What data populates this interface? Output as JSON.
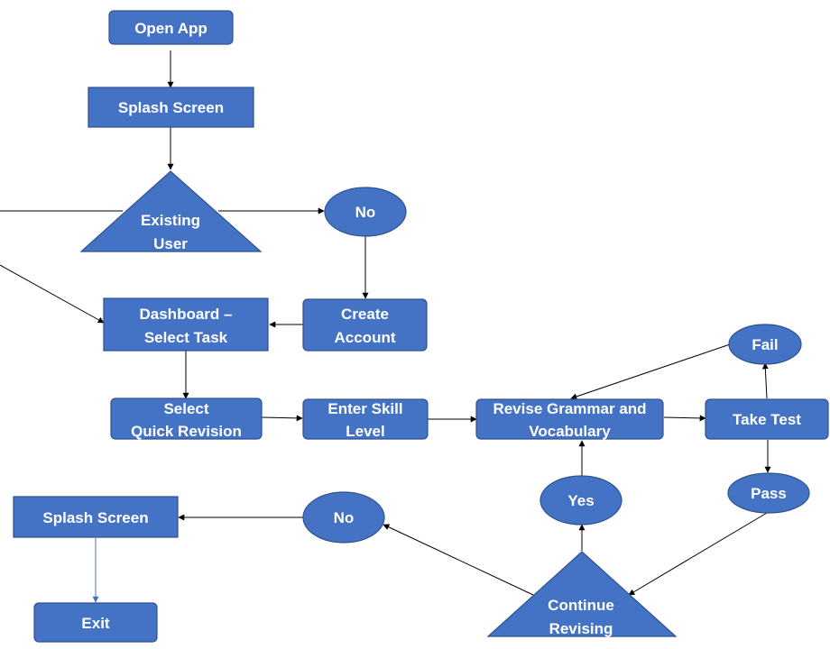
{
  "nodes": {
    "open_app": [
      "Open App"
    ],
    "splash_top": [
      "Splash Screen"
    ],
    "existing_user": [
      "Existing",
      "User"
    ],
    "no_top": [
      "No"
    ],
    "create_account": [
      "Create",
      "Account"
    ],
    "dashboard": [
      "Dashboard  –",
      "Select Task"
    ],
    "select_quick": [
      "Select",
      "Quick Revision"
    ],
    "enter_skill": [
      "Enter Skill",
      "Level"
    ],
    "revise": [
      "Revise Grammar  and",
      "Vocabulary"
    ],
    "take_test": [
      "Take Test"
    ],
    "fail": [
      "Fail"
    ],
    "pass": [
      "Pass"
    ],
    "yes": [
      "Yes"
    ],
    "no_bottom": [
      "No"
    ],
    "splash_bottom": [
      "Splash Screen"
    ],
    "exit": [
      "Exit"
    ],
    "continue_revising": [
      "Continue",
      "Revising"
    ]
  },
  "colors": {
    "node_fill": "#4472C4",
    "node_stroke": "#2F528F",
    "text": "#FFFFFF",
    "edge": "#000000",
    "edge_exit": "#4472C4"
  }
}
